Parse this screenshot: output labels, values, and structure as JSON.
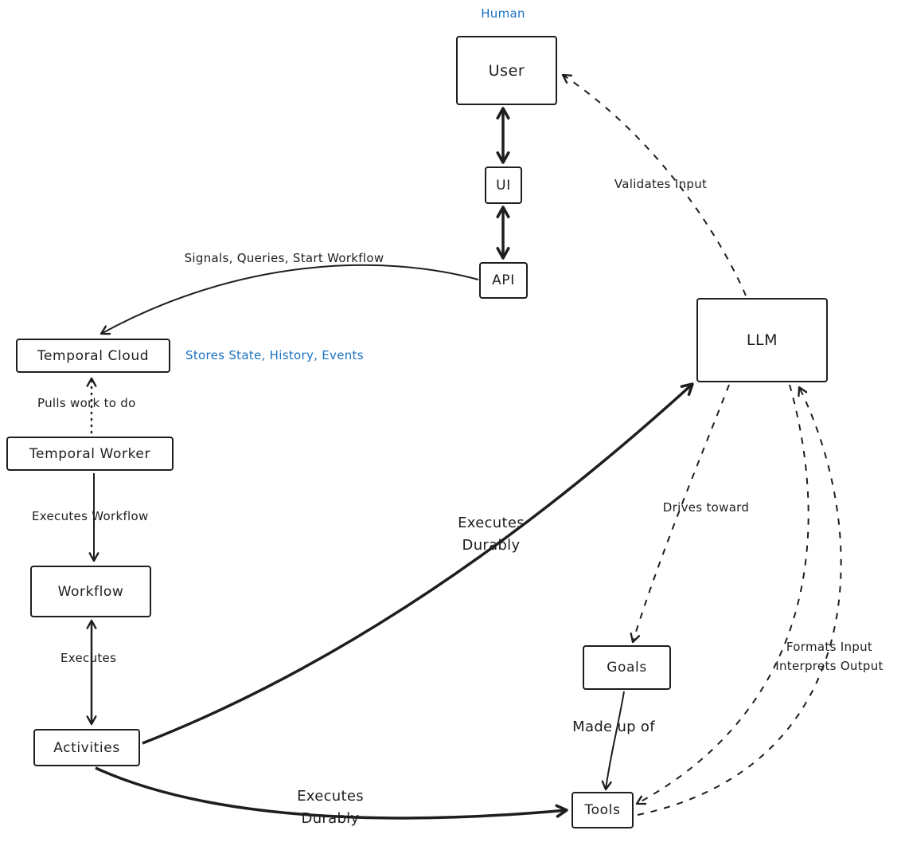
{
  "diagram": {
    "colors": {
      "stroke": "#1e1e1e",
      "accent_blue": "#1971c2",
      "background": "#ffffff"
    },
    "nodes": {
      "user": "User",
      "ui": "UI",
      "api": "API",
      "temporal_cloud": "Temporal Cloud",
      "temporal_worker": "Temporal Worker",
      "workflow": "Workflow",
      "activities": "Activities",
      "llm": "LLM",
      "goals": "Goals",
      "tools": "Tools"
    },
    "annotations": {
      "human": "Human",
      "stores_state": "Stores State, History, Events"
    },
    "edge_labels": {
      "validates_input": "Validates Input",
      "signals_queries": "Signals, Queries, Start Workflow",
      "pulls_work": "Pulls work to do",
      "executes_workflow": "Executes Workflow",
      "executes": "Executes",
      "executes_durably_line1": "Executes",
      "executes_durably_line2": "Durably",
      "drives_toward": "Drives toward",
      "made_up_of": "Made up of",
      "formats_input_line1": "Formats Input",
      "formats_input_line2": "Interprets Output"
    }
  }
}
